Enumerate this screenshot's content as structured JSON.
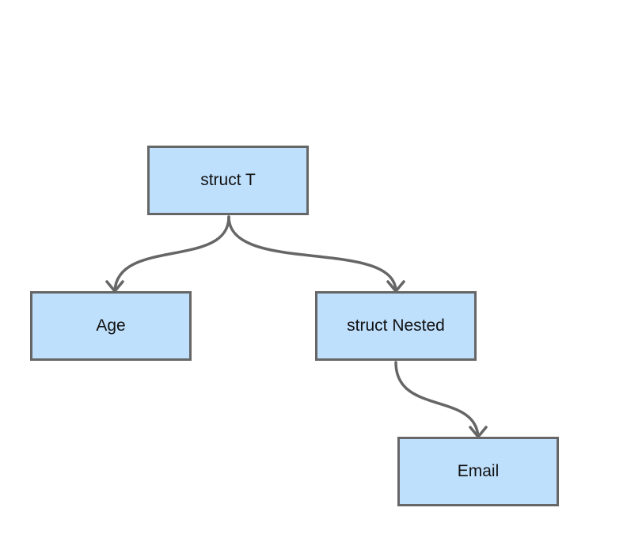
{
  "diagram": {
    "type": "tree",
    "colors": {
      "node_fill": "#bfe0fd",
      "node_border": "#666666",
      "edge": "#666666",
      "text": "#111111",
      "background": "#ffffff"
    },
    "nodes": [
      {
        "id": "root",
        "label": "struct T"
      },
      {
        "id": "age",
        "label": "Age"
      },
      {
        "id": "nested",
        "label": "struct Nested"
      },
      {
        "id": "email",
        "label": "Email"
      }
    ],
    "edges": [
      {
        "from": "root",
        "to": "age"
      },
      {
        "from": "root",
        "to": "nested"
      },
      {
        "from": "nested",
        "to": "email"
      }
    ]
  }
}
